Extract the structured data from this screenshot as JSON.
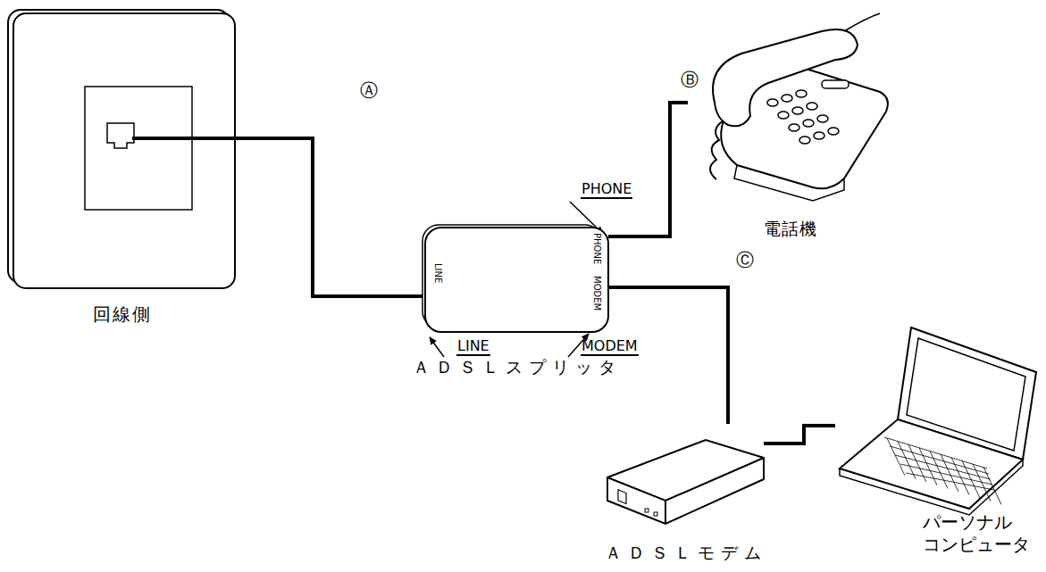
{
  "diagram": {
    "nodes": [
      {
        "text": [
          "回線側"
        ]
      },
      {
        "text": [
          "LINE",
          "PHONE",
          "MODEM",
          "ＡＤＳＬスプリッタ"
        ]
      },
      {
        "text": [
          "電話機"
        ]
      },
      {
        "text": [
          "ＡＤＳＬモデム"
        ]
      },
      {
        "text": [
          "パーソナル コンピュータ"
        ]
      }
    ],
    "edges": [
      {
        "from": 0,
        "to": 1,
        "arrow": "none",
        "label": "Ⓐ"
      },
      {
        "from": 1,
        "to": 2,
        "arrow": "none",
        "label": "Ⓑ"
      },
      {
        "from": 1,
        "to": 3,
        "arrow": "none",
        "label": "Ⓒ"
      },
      {
        "from": 3,
        "to": 4,
        "arrow": "none"
      }
    ],
    "labels": [
      "PHONE",
      "LINE",
      "MODEM"
    ]
  }
}
